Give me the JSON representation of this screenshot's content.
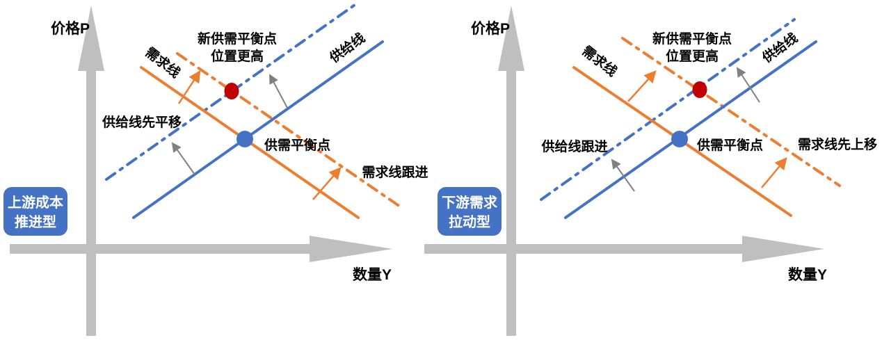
{
  "colors": {
    "supply_blue": "#4472C4",
    "demand_orange": "#ED7D31",
    "new_point_red": "#C00000",
    "axis_gray": "#BFBFBF",
    "shift_arrow_gray": "#808080",
    "badge_blue": "#4472C4",
    "badge_text": "#FFFFFF",
    "label_text": "#000000"
  },
  "panels": [
    {
      "id": "cost-push",
      "badge": {
        "line1": "上游成本",
        "line2": "推进型"
      },
      "y_axis_label": "价格P",
      "x_axis_label": "数量Y",
      "demand_line_label": "需求线",
      "supply_line_label": "供给线",
      "new_equilibrium_line1": "新供需平衡点",
      "new_equilibrium_line2": "位置更高",
      "equilibrium_label": "供需平衡点",
      "supply_shift_label": "供给线先平移",
      "demand_shift_label": "需求线跟进"
    },
    {
      "id": "demand-pull",
      "badge": {
        "line1": "下游需求",
        "line2": "拉动型"
      },
      "y_axis_label": "价格P",
      "x_axis_label": "数量Y",
      "demand_line_label": "需求线",
      "supply_line_label": "供给线",
      "new_equilibrium_line1": "新供需平衡点",
      "new_equilibrium_line2": "位置更高",
      "equilibrium_label": "供需平衡点",
      "supply_shift_label": "供给线跟进",
      "demand_shift_label": "需求线先上移"
    }
  ]
}
